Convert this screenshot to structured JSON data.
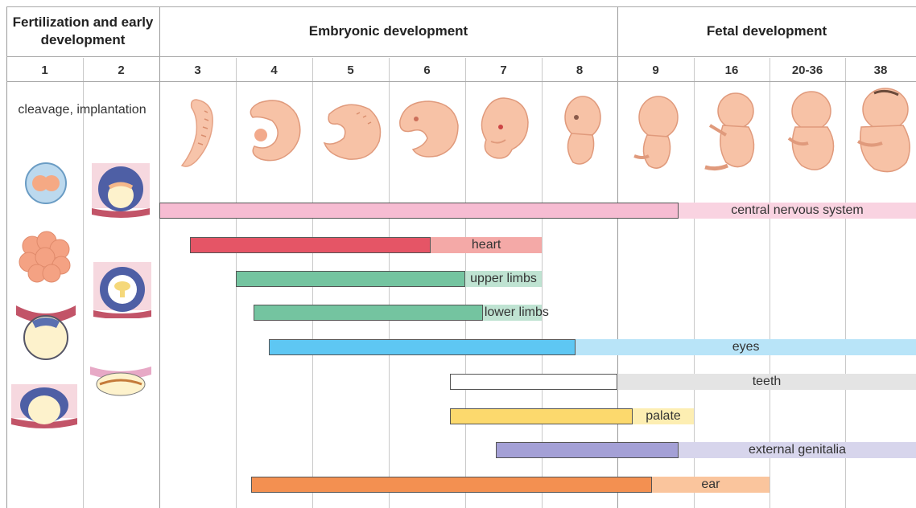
{
  "header": {
    "phases": [
      {
        "label": "Fertilization and early development"
      },
      {
        "label": "Embryonic development"
      },
      {
        "label": "Fetal development"
      }
    ],
    "weeks": [
      "1",
      "2",
      "3",
      "4",
      "5",
      "6",
      "7",
      "8",
      "9",
      "16",
      "20-36",
      "38"
    ]
  },
  "early_stage_note": "cleavage, implantation",
  "embryo_images": [
    {
      "week": "3",
      "icon": "embryo-week-3-icon"
    },
    {
      "week": "4",
      "icon": "embryo-week-4-icon"
    },
    {
      "week": "5",
      "icon": "embryo-week-5-icon"
    },
    {
      "week": "6",
      "icon": "embryo-week-6-icon"
    },
    {
      "week": "7",
      "icon": "embryo-week-7-icon"
    },
    {
      "week": "8",
      "icon": "embryo-week-8-icon"
    },
    {
      "week": "9",
      "icon": "fetus-week-9-icon"
    },
    {
      "week": "16",
      "icon": "fetus-week-16-icon"
    },
    {
      "week": "20-36",
      "icon": "fetus-week-20-36-icon"
    },
    {
      "week": "38",
      "icon": "fetus-week-38-icon"
    }
  ],
  "organs": [
    {
      "label": "central nervous system",
      "critical": [
        2.0,
        8.8
      ],
      "sensitive": [
        8.8,
        12.0
      ],
      "critical_color": "#f6bcd2",
      "sensitive_color": "#f9d3e1"
    },
    {
      "label": "heart",
      "critical": [
        2.4,
        5.55
      ],
      "sensitive": [
        5.55,
        7.0
      ],
      "critical_color": "#e55566",
      "sensitive_color": "#f4a9a7"
    },
    {
      "label": "upper limbs",
      "critical": [
        3.0,
        6.0
      ],
      "sensitive": [
        6.0,
        7.0
      ],
      "critical_color": "#74c4a0",
      "sensitive_color": "#bfe3d2"
    },
    {
      "label": "lower limbs",
      "critical": [
        3.23,
        6.23
      ],
      "sensitive": [
        6.23,
        7.0
      ],
      "critical_color": "#74c4a0",
      "sensitive_color": "#bfe3d2"
    },
    {
      "label": "eyes",
      "critical": [
        3.43,
        7.45
      ],
      "sensitive": [
        7.45,
        12.0
      ],
      "critical_color": "#5ec7f3",
      "sensitive_color": "#b8e4f8"
    },
    {
      "label": "teeth",
      "critical": [
        5.8,
        8.0
      ],
      "sensitive": [
        8.0,
        12.0
      ],
      "critical_color": "#ffffff",
      "sensitive_color": "#e4e4e4"
    },
    {
      "label": "palate",
      "critical": [
        5.8,
        8.2
      ],
      "sensitive": [
        8.2,
        9.0
      ],
      "critical_color": "#fcd96d",
      "sensitive_color": "#fdeeb2"
    },
    {
      "label": "external genitalia",
      "critical": [
        6.4,
        8.8
      ],
      "sensitive": [
        8.8,
        12.0
      ],
      "critical_color": "#a4a0d6",
      "sensitive_color": "#d7d5ec"
    },
    {
      "label": "ear",
      "critical": [
        3.2,
        8.45
      ],
      "sensitive": [
        8.45,
        10.0
      ],
      "critical_color": "#f39051",
      "sensitive_color": "#fac59d"
    }
  ]
}
